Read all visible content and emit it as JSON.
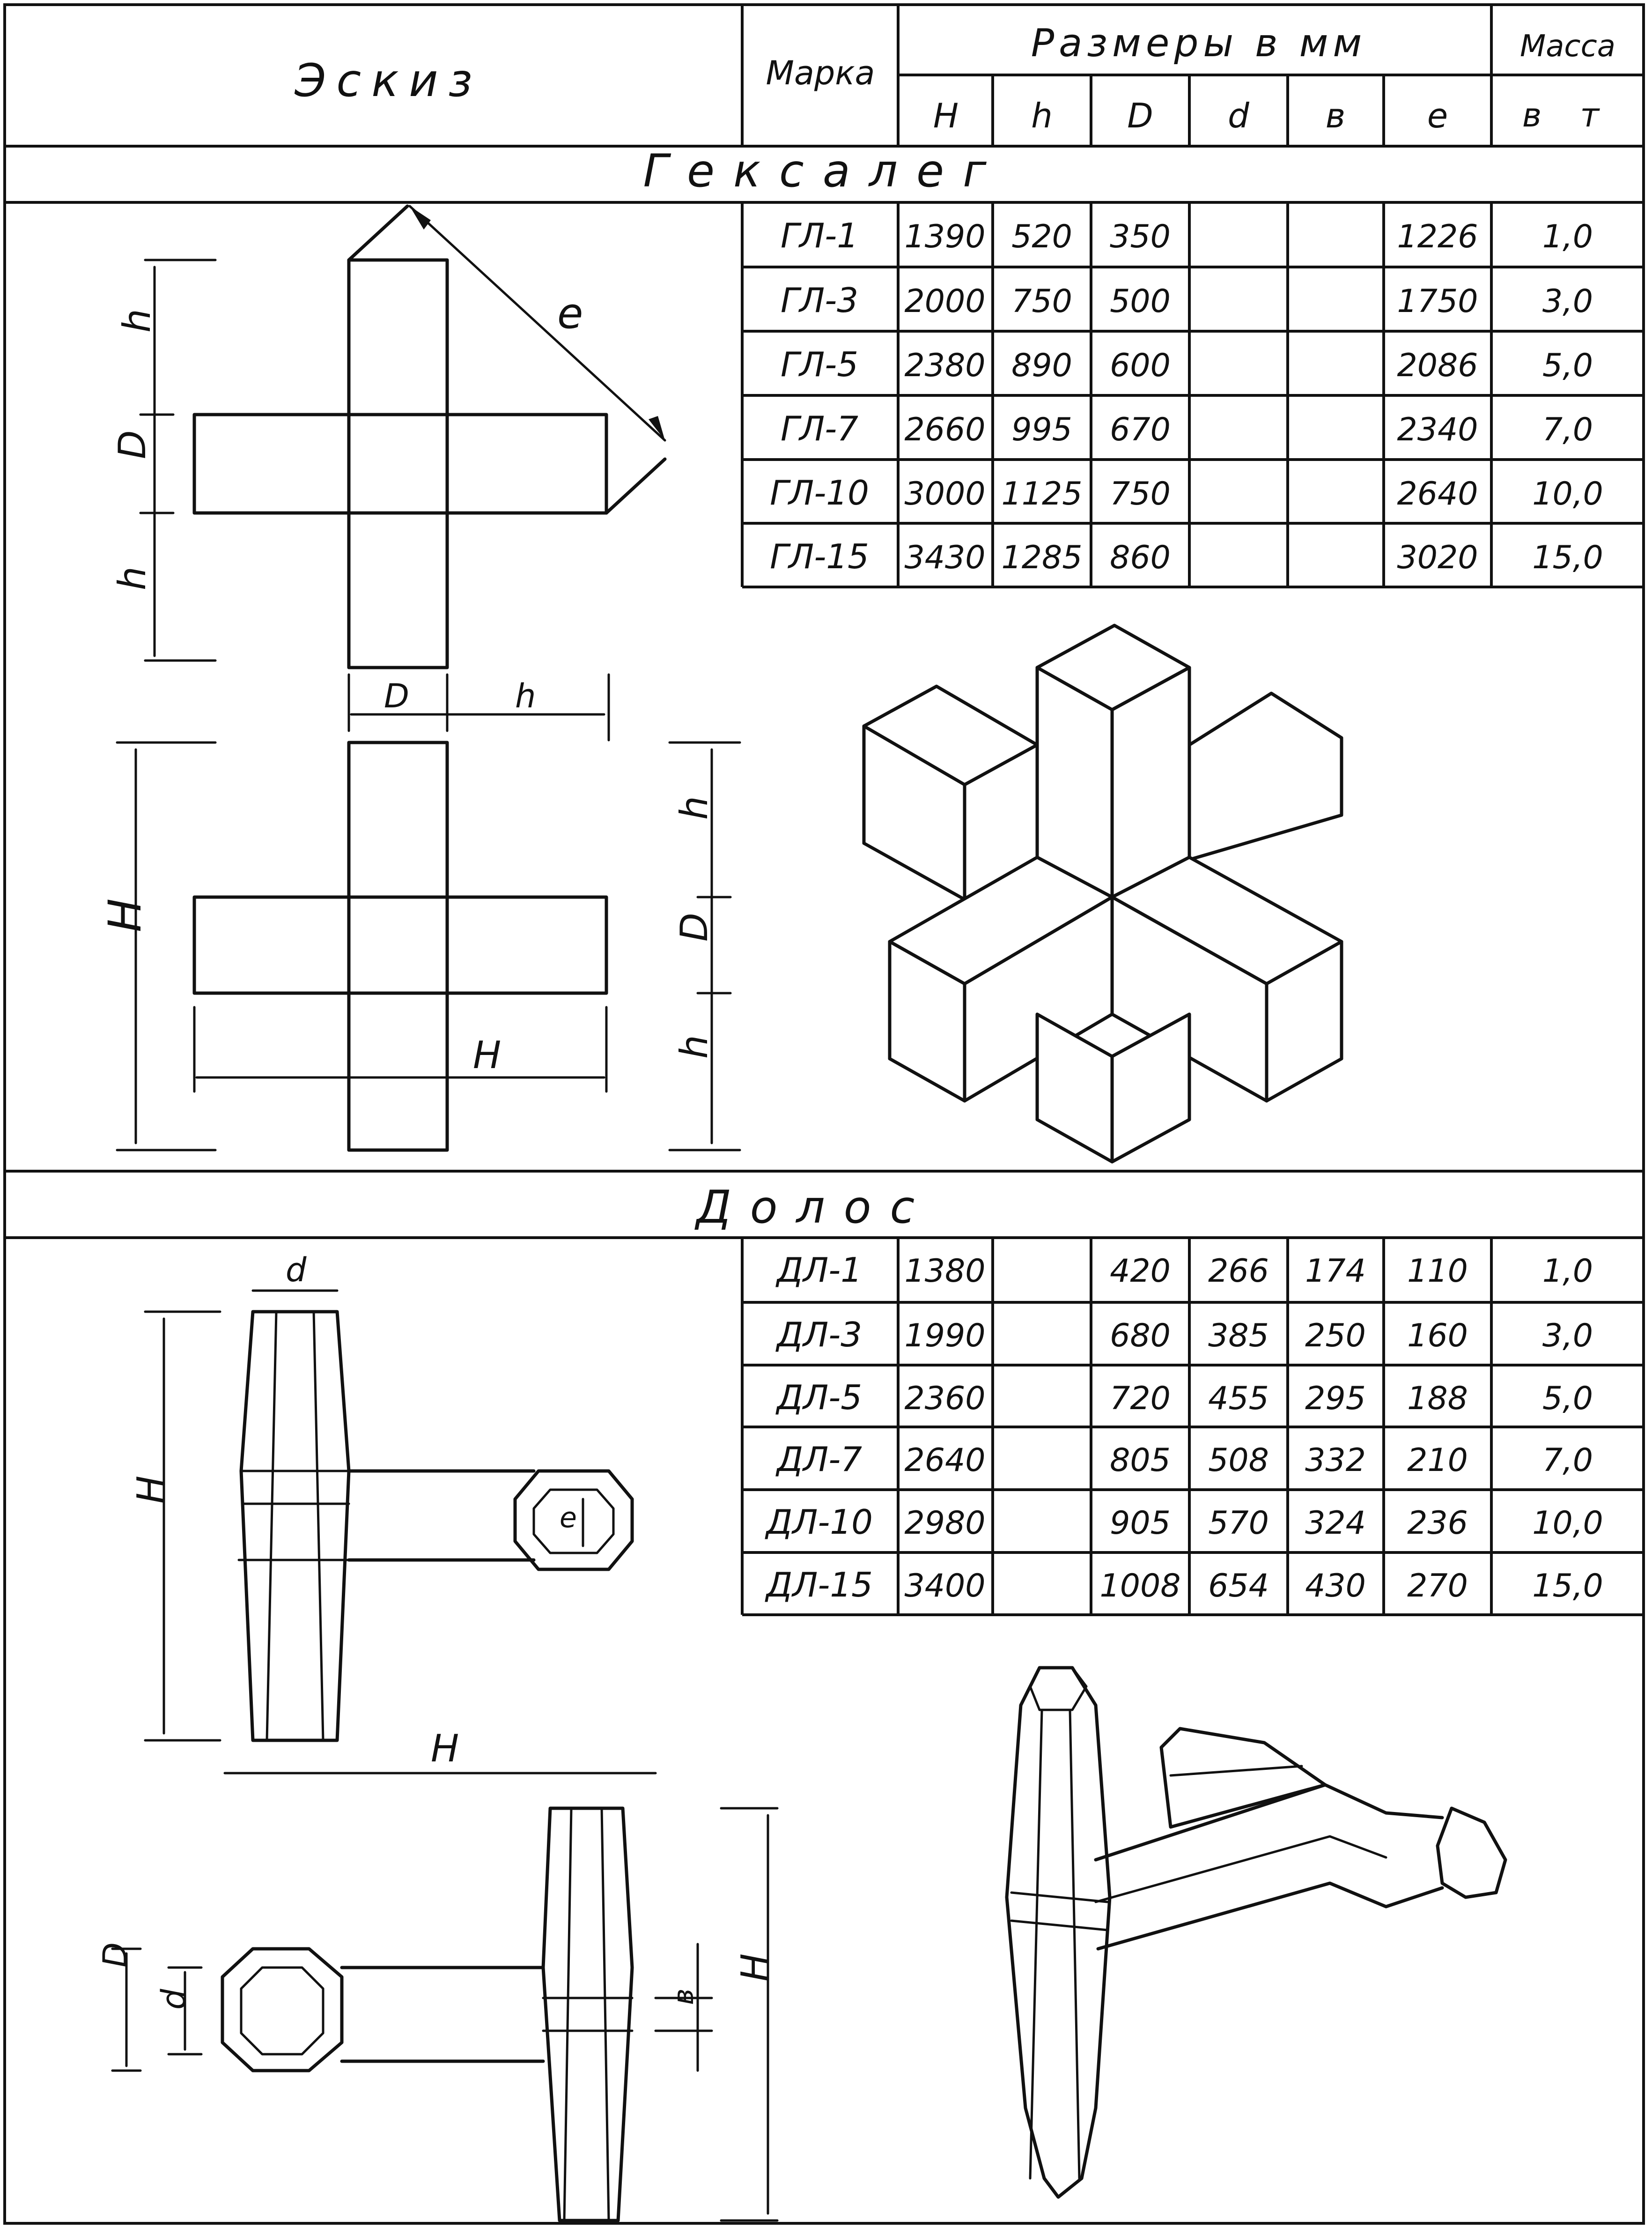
{
  "header": {
    "sketch": "Эскиз",
    "mark": "Марка",
    "dimensions": "Размеры в мм",
    "mass": "Масса",
    "mass_unit": "в т",
    "columns": [
      "H",
      "h",
      "D",
      "d",
      "в",
      "e"
    ]
  },
  "hexaleg": {
    "title": "Гексалег",
    "rows": [
      {
        "mark": "ГЛ-1",
        "H": "1390",
        "h": "520",
        "D": "350",
        "d": "",
        "b": "",
        "e": "1226",
        "mass": "1,0"
      },
      {
        "mark": "ГЛ-3",
        "H": "2000",
        "h": "750",
        "D": "500",
        "d": "",
        "b": "",
        "e": "1750",
        "mass": "3,0"
      },
      {
        "mark": "ГЛ-5",
        "H": "2380",
        "h": "890",
        "D": "600",
        "d": "",
        "b": "",
        "e": "2086",
        "mass": "5,0"
      },
      {
        "mark": "ГЛ-7",
        "H": "2660",
        "h": "995",
        "D": "670",
        "d": "",
        "b": "",
        "e": "2340",
        "mass": "7,0"
      },
      {
        "mark": "ГЛ-10",
        "H": "3000",
        "h": "1125",
        "D": "750",
        "d": "",
        "b": "",
        "e": "2640",
        "mass": "10,0"
      },
      {
        "mark": "ГЛ-15",
        "H": "3430",
        "h": "1285",
        "D": "860",
        "d": "",
        "b": "",
        "e": "3020",
        "mass": "15,0"
      }
    ],
    "sketch_labels": {
      "h": "h",
      "D": "D",
      "e": "e",
      "H": "H"
    }
  },
  "dolos": {
    "title": "Долос",
    "rows": [
      {
        "mark": "ДЛ-1",
        "H": "1380",
        "h": "",
        "D": "420",
        "d": "266",
        "b": "174",
        "e": "110",
        "mass": "1,0"
      },
      {
        "mark": "ДЛ-3",
        "H": "1990",
        "h": "",
        "D": "680",
        "d": "385",
        "b": "250",
        "e": "160",
        "mass": "3,0"
      },
      {
        "mark": "ДЛ-5",
        "H": "2360",
        "h": "",
        "D": "720",
        "d": "455",
        "b": "295",
        "e": "188",
        "mass": "5,0"
      },
      {
        "mark": "ДЛ-7",
        "H": "2640",
        "h": "",
        "D": "805",
        "d": "508",
        "b": "332",
        "e": "210",
        "mass": "7,0"
      },
      {
        "mark": "ДЛ-10",
        "H": "2980",
        "h": "",
        "D": "905",
        "d": "570",
        "b": "324",
        "e": "236",
        "mass": "10,0"
      },
      {
        "mark": "ДЛ-15",
        "H": "3400",
        "h": "",
        "D": "1008",
        "d": "654",
        "b": "430",
        "e": "270",
        "mass": "15,0"
      }
    ],
    "sketch_labels": {
      "d": "d",
      "e": "e",
      "H": "H",
      "D": "D",
      "b": "в"
    }
  }
}
